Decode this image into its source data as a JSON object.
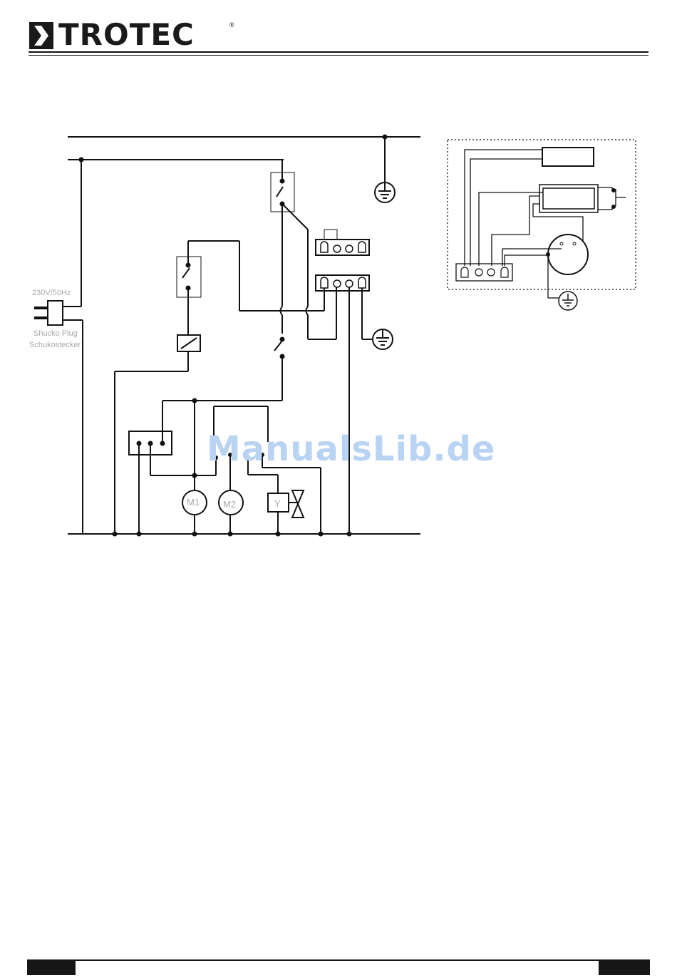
{
  "brand": {
    "name": "TROTEC",
    "reg": "®"
  },
  "diagram": {
    "supply_label": "230V/50Hz",
    "plug_label_en": "Shucko Plug",
    "plug_label_de": "Schukostecker",
    "motor1": "M1",
    "motor2": "M2",
    "valve": "Y"
  },
  "watermark": "ManualsLib.de"
}
